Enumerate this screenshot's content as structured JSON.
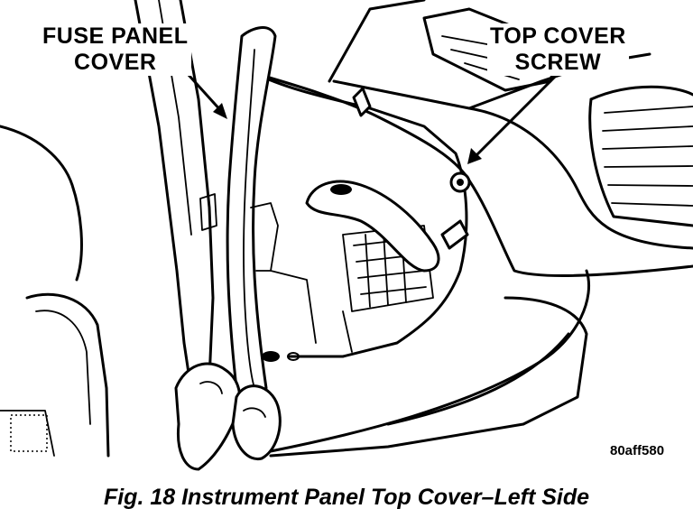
{
  "labels": {
    "fuse_panel_cover_line1": "FUSE PANEL",
    "fuse_panel_cover_line2": "COVER",
    "top_cover_screw_line1": "TOP COVER",
    "top_cover_screw_line2": "SCREW"
  },
  "reference_code": "80aff580",
  "caption": "Fig. 18 Instrument Panel Top Cover–Left Side"
}
